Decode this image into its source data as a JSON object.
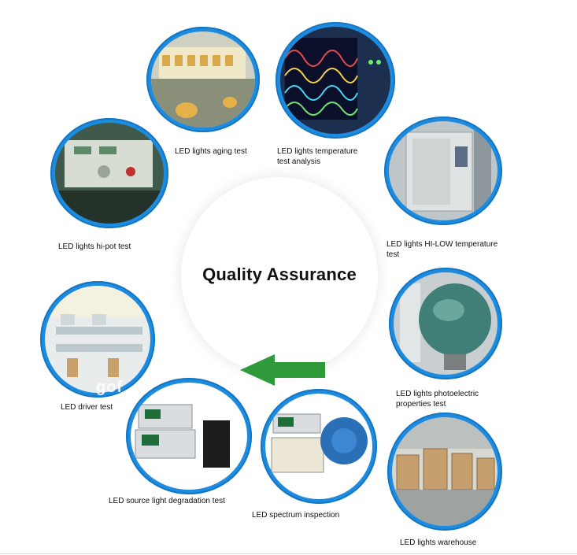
{
  "title": "Quality Assurance",
  "watermark": "gof",
  "tests": [
    {
      "label_lines": [
        "LED lights aging test"
      ]
    },
    {
      "label_lines": [
        "LED lights temperature",
        "test analysis"
      ]
    },
    {
      "label_lines": [
        "LED lights hi-pot test"
      ]
    },
    {
      "label_lines": [
        "LED lights HI-LOW temperature",
        "test"
      ]
    },
    {
      "label_lines": [
        "LED lights photoelectric",
        "properties test"
      ]
    },
    {
      "label_lines": [
        "LED driver test"
      ]
    },
    {
      "label_lines": [
        "LED source light degradation test"
      ]
    },
    {
      "label_lines": [
        "LED spectrum inspection"
      ]
    },
    {
      "label_lines": [
        "LED lights warehouse"
      ]
    }
  ],
  "colors": {
    "ring": "#1c8be0",
    "arrow": "#2e9a3a",
    "text": "#111111"
  }
}
